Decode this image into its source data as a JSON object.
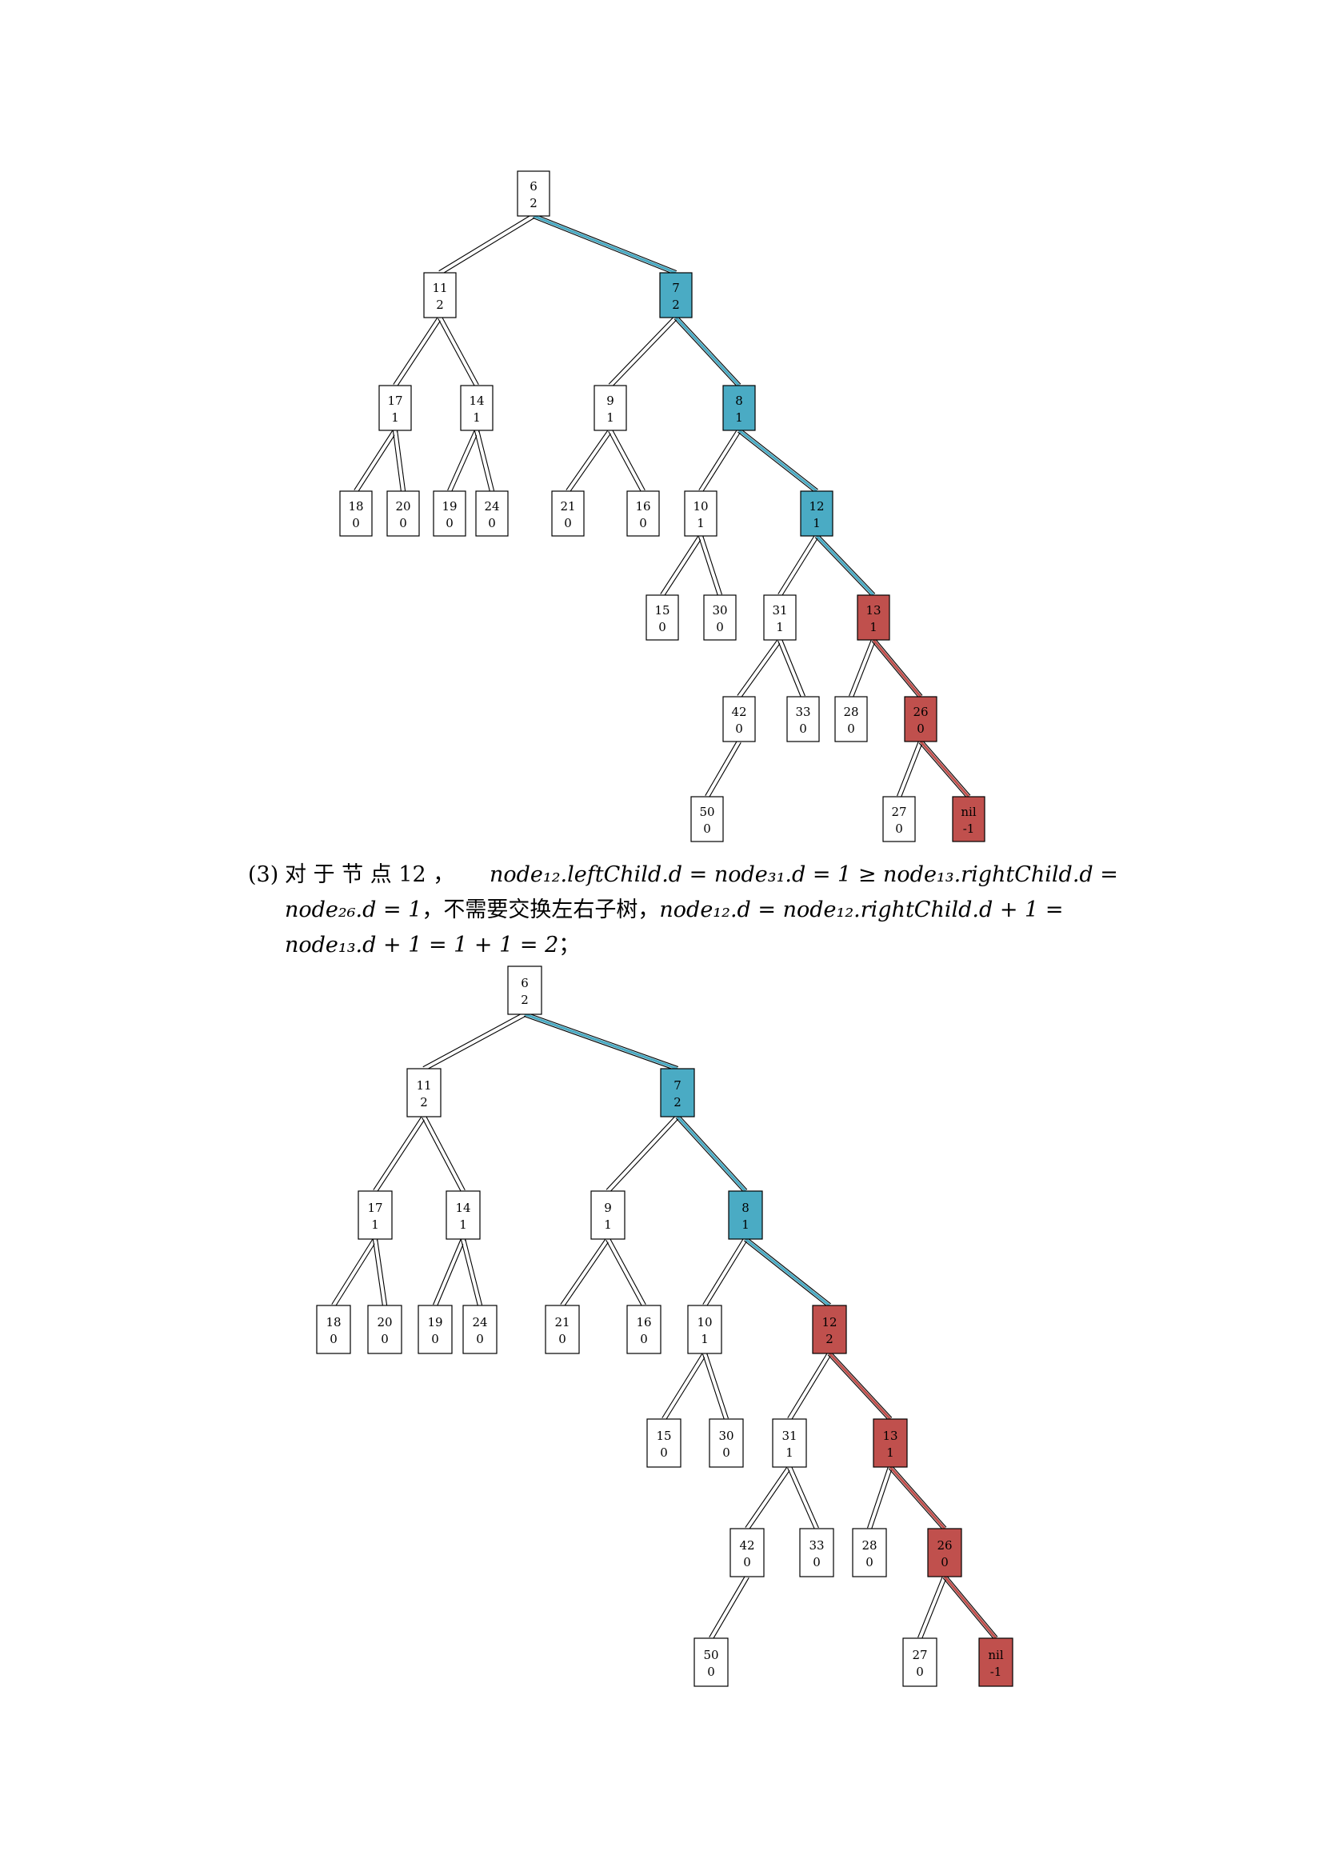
{
  "colors": {
    "blue": "#4aabc4",
    "red": "#c0504d",
    "white": "#ffffff"
  },
  "trees": [
    {
      "nodes": [
        {
          "id": "n6",
          "l1": "6",
          "l2": "2",
          "fill": "white"
        },
        {
          "id": "n11",
          "l1": "11",
          "l2": "2",
          "fill": "white"
        },
        {
          "id": "n7",
          "l1": "7",
          "l2": "2",
          "fill": "blue"
        },
        {
          "id": "n17",
          "l1": "17",
          "l2": "1",
          "fill": "white"
        },
        {
          "id": "n14",
          "l1": "14",
          "l2": "1",
          "fill": "white"
        },
        {
          "id": "n9",
          "l1": "9",
          "l2": "1",
          "fill": "white"
        },
        {
          "id": "n8",
          "l1": "8",
          "l2": "1",
          "fill": "blue"
        },
        {
          "id": "n18",
          "l1": "18",
          "l2": "0",
          "fill": "white"
        },
        {
          "id": "n20",
          "l1": "20",
          "l2": "0",
          "fill": "white"
        },
        {
          "id": "n19",
          "l1": "19",
          "l2": "0",
          "fill": "white"
        },
        {
          "id": "n24",
          "l1": "24",
          "l2": "0",
          "fill": "white"
        },
        {
          "id": "n21",
          "l1": "21",
          "l2": "0",
          "fill": "white"
        },
        {
          "id": "n16",
          "l1": "16",
          "l2": "0",
          "fill": "white"
        },
        {
          "id": "n10",
          "l1": "10",
          "l2": "1",
          "fill": "white"
        },
        {
          "id": "n12",
          "l1": "12",
          "l2": "1",
          "fill": "blue"
        },
        {
          "id": "n15",
          "l1": "15",
          "l2": "0",
          "fill": "white"
        },
        {
          "id": "n30",
          "l1": "30",
          "l2": "0",
          "fill": "white"
        },
        {
          "id": "n31",
          "l1": "31",
          "l2": "1",
          "fill": "white"
        },
        {
          "id": "n13",
          "l1": "13",
          "l2": "1",
          "fill": "red"
        },
        {
          "id": "n42",
          "l1": "42",
          "l2": "0",
          "fill": "white"
        },
        {
          "id": "n33",
          "l1": "33",
          "l2": "0",
          "fill": "white"
        },
        {
          "id": "n28",
          "l1": "28",
          "l2": "0",
          "fill": "white"
        },
        {
          "id": "n26",
          "l1": "26",
          "l2": "0",
          "fill": "red"
        },
        {
          "id": "n50",
          "l1": "50",
          "l2": "0",
          "fill": "white"
        },
        {
          "id": "n27",
          "l1": "27",
          "l2": "0",
          "fill": "white"
        },
        {
          "id": "nnil",
          "l1": "nil",
          "l2": "-1",
          "fill": "red"
        }
      ],
      "edges": [
        {
          "from": "n6",
          "to": "n11",
          "color": "white"
        },
        {
          "from": "n6",
          "to": "n7",
          "color": "blue"
        },
        {
          "from": "n11",
          "to": "n17",
          "color": "white"
        },
        {
          "from": "n11",
          "to": "n14",
          "color": "white"
        },
        {
          "from": "n7",
          "to": "n9",
          "color": "white"
        },
        {
          "from": "n7",
          "to": "n8",
          "color": "blue"
        },
        {
          "from": "n17",
          "to": "n18",
          "color": "white"
        },
        {
          "from": "n17",
          "to": "n20",
          "color": "white"
        },
        {
          "from": "n14",
          "to": "n19",
          "color": "white"
        },
        {
          "from": "n14",
          "to": "n24",
          "color": "white"
        },
        {
          "from": "n9",
          "to": "n21",
          "color": "white"
        },
        {
          "from": "n9",
          "to": "n16",
          "color": "white"
        },
        {
          "from": "n8",
          "to": "n10",
          "color": "white"
        },
        {
          "from": "n8",
          "to": "n12",
          "color": "blue"
        },
        {
          "from": "n10",
          "to": "n15",
          "color": "white"
        },
        {
          "from": "n10",
          "to": "n30",
          "color": "white"
        },
        {
          "from": "n12",
          "to": "n31",
          "color": "white"
        },
        {
          "from": "n12",
          "to": "n13",
          "color": "blue"
        },
        {
          "from": "n31",
          "to": "n42",
          "color": "white"
        },
        {
          "from": "n31",
          "to": "n33",
          "color": "white"
        },
        {
          "from": "n13",
          "to": "n28",
          "color": "white"
        },
        {
          "from": "n13",
          "to": "n26",
          "color": "red"
        },
        {
          "from": "n42",
          "to": "n50",
          "color": "white"
        },
        {
          "from": "n26",
          "to": "n27",
          "color": "white"
        },
        {
          "from": "n26",
          "to": "nnil",
          "color": "red"
        }
      ]
    },
    {
      "nodes": [
        {
          "id": "n6",
          "l1": "6",
          "l2": "2",
          "fill": "white"
        },
        {
          "id": "n11",
          "l1": "11",
          "l2": "2",
          "fill": "white"
        },
        {
          "id": "n7",
          "l1": "7",
          "l2": "2",
          "fill": "blue"
        },
        {
          "id": "n17",
          "l1": "17",
          "l2": "1",
          "fill": "white"
        },
        {
          "id": "n14",
          "l1": "14",
          "l2": "1",
          "fill": "white"
        },
        {
          "id": "n9",
          "l1": "9",
          "l2": "1",
          "fill": "white"
        },
        {
          "id": "n8",
          "l1": "8",
          "l2": "1",
          "fill": "blue"
        },
        {
          "id": "n18",
          "l1": "18",
          "l2": "0",
          "fill": "white"
        },
        {
          "id": "n20",
          "l1": "20",
          "l2": "0",
          "fill": "white"
        },
        {
          "id": "n19",
          "l1": "19",
          "l2": "0",
          "fill": "white"
        },
        {
          "id": "n24",
          "l1": "24",
          "l2": "0",
          "fill": "white"
        },
        {
          "id": "n21",
          "l1": "21",
          "l2": "0",
          "fill": "white"
        },
        {
          "id": "n16",
          "l1": "16",
          "l2": "0",
          "fill": "white"
        },
        {
          "id": "n10",
          "l1": "10",
          "l2": "1",
          "fill": "white"
        },
        {
          "id": "n12",
          "l1": "12",
          "l2": "2",
          "fill": "red"
        },
        {
          "id": "n15",
          "l1": "15",
          "l2": "0",
          "fill": "white"
        },
        {
          "id": "n30",
          "l1": "30",
          "l2": "0",
          "fill": "white"
        },
        {
          "id": "n31",
          "l1": "31",
          "l2": "1",
          "fill": "white"
        },
        {
          "id": "n13",
          "l1": "13",
          "l2": "1",
          "fill": "red"
        },
        {
          "id": "n42",
          "l1": "42",
          "l2": "0",
          "fill": "white"
        },
        {
          "id": "n33",
          "l1": "33",
          "l2": "0",
          "fill": "white"
        },
        {
          "id": "n28",
          "l1": "28",
          "l2": "0",
          "fill": "white"
        },
        {
          "id": "n26",
          "l1": "26",
          "l2": "0",
          "fill": "red"
        },
        {
          "id": "n50",
          "l1": "50",
          "l2": "0",
          "fill": "white"
        },
        {
          "id": "n27",
          "l1": "27",
          "l2": "0",
          "fill": "white"
        },
        {
          "id": "nnil",
          "l1": "nil",
          "l2": "-1",
          "fill": "red"
        }
      ],
      "edges": [
        {
          "from": "n6",
          "to": "n11",
          "color": "white"
        },
        {
          "from": "n6",
          "to": "n7",
          "color": "blue"
        },
        {
          "from": "n11",
          "to": "n17",
          "color": "white"
        },
        {
          "from": "n11",
          "to": "n14",
          "color": "white"
        },
        {
          "from": "n7",
          "to": "n9",
          "color": "white"
        },
        {
          "from": "n7",
          "to": "n8",
          "color": "blue"
        },
        {
          "from": "n17",
          "to": "n18",
          "color": "white"
        },
        {
          "from": "n17",
          "to": "n20",
          "color": "white"
        },
        {
          "from": "n14",
          "to": "n19",
          "color": "white"
        },
        {
          "from": "n14",
          "to": "n24",
          "color": "white"
        },
        {
          "from": "n9",
          "to": "n21",
          "color": "white"
        },
        {
          "from": "n9",
          "to": "n16",
          "color": "white"
        },
        {
          "from": "n8",
          "to": "n10",
          "color": "white"
        },
        {
          "from": "n8",
          "to": "n12",
          "color": "blue"
        },
        {
          "from": "n10",
          "to": "n15",
          "color": "white"
        },
        {
          "from": "n10",
          "to": "n30",
          "color": "white"
        },
        {
          "from": "n12",
          "to": "n31",
          "color": "white"
        },
        {
          "from": "n12",
          "to": "n13",
          "color": "red"
        },
        {
          "from": "n31",
          "to": "n42",
          "color": "white"
        },
        {
          "from": "n31",
          "to": "n33",
          "color": "white"
        },
        {
          "from": "n13",
          "to": "n28",
          "color": "white"
        },
        {
          "from": "n13",
          "to": "n26",
          "color": "red"
        },
        {
          "from": "n42",
          "to": "n50",
          "color": "white"
        },
        {
          "from": "n26",
          "to": "n27",
          "color": "white"
        },
        {
          "from": "n26",
          "to": "nnil",
          "color": "red"
        }
      ]
    }
  ],
  "text": {
    "num": "(3)",
    "l1a": "对 于 节 点  12 ，",
    "l1b": "node₁₂.leftChild.d = node₃₁.d = 1 ≥ node₁₃.rightChild.d =",
    "l2a": "node₂₆.d = 1",
    "l2b": "，不需要交换左右子树，",
    "l2c": "node₁₂.d = node₁₂.rightChild.d + 1 =",
    "l3a": "node₁₃.d + 1 = 1 + 1 = 2",
    "l3b": "；"
  }
}
